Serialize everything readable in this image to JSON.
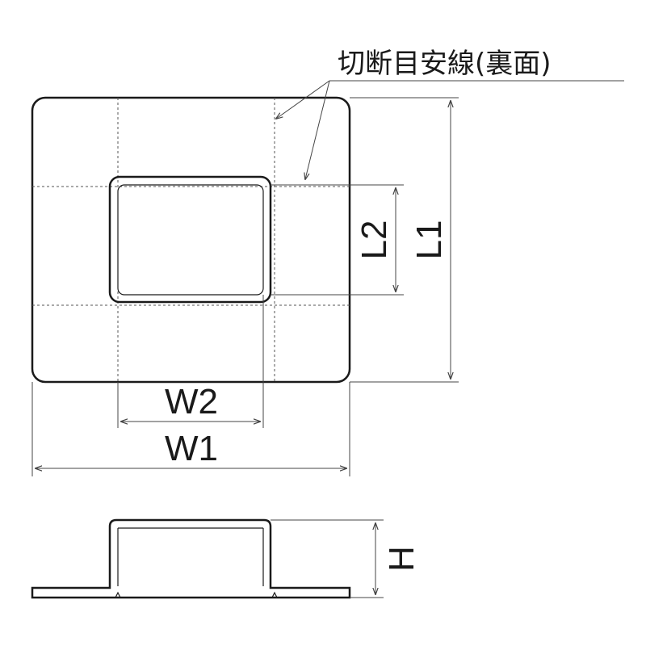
{
  "annotation": {
    "cut_guide_label": "切断目安線(裏面)"
  },
  "dimensions": {
    "w1": "W1",
    "w2": "W2",
    "l1": "L1",
    "l2": "L2",
    "h": "H"
  }
}
